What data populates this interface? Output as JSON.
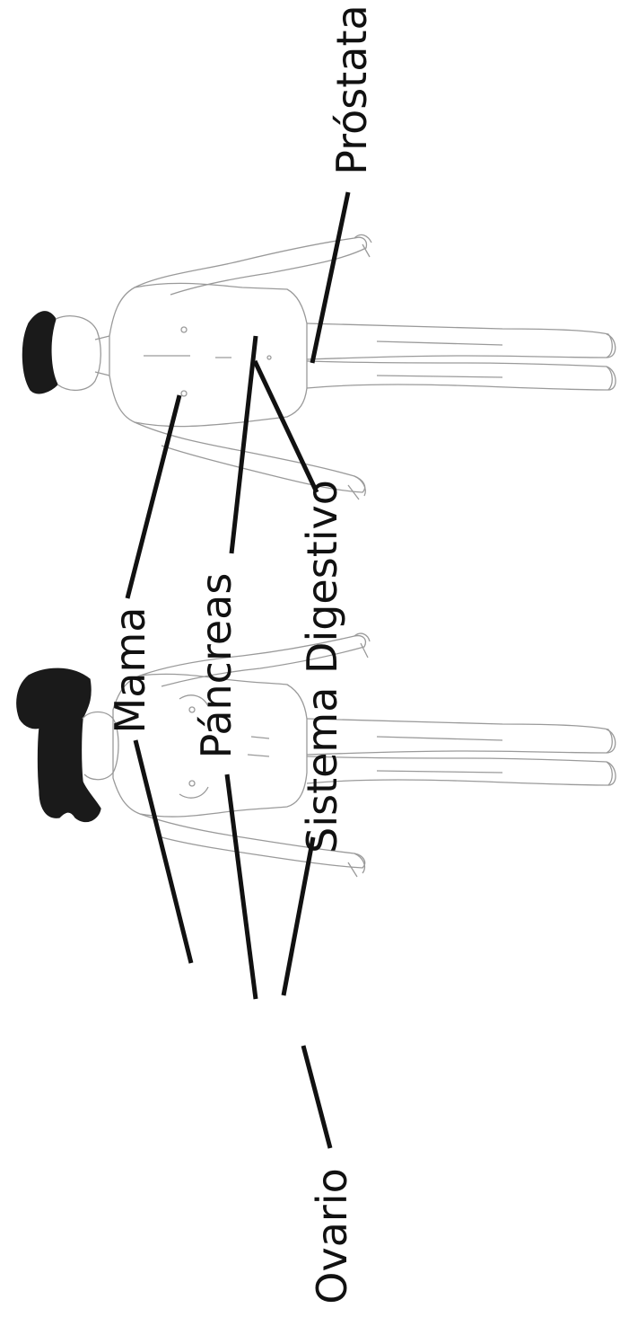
{
  "labels": {
    "mama": "Mama",
    "pancreas": "Páncreas",
    "digestivo": "Sistema Digestivo",
    "ovario": "Ovario",
    "prostata": "Próstata"
  },
  "colors": {
    "line": "#111111",
    "outline": "#9a9a9a",
    "hair": "#1a1a1a"
  }
}
